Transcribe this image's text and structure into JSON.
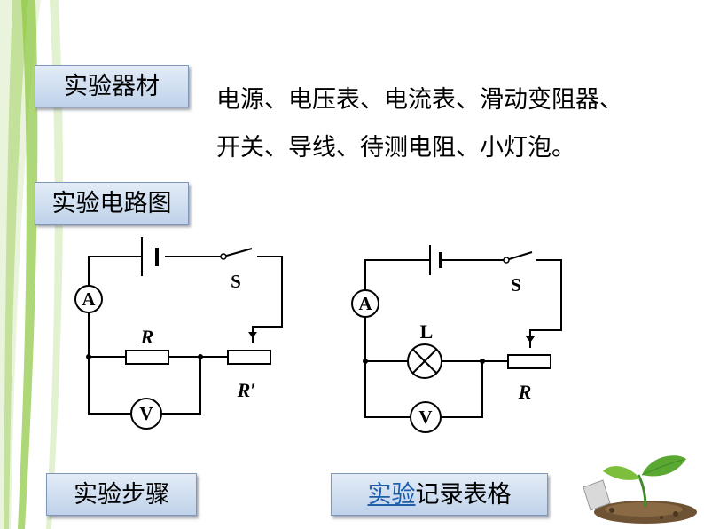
{
  "sections": {
    "materials_label": "实验器材",
    "circuit_label": "实验电路图",
    "steps_label": "实验步骤",
    "record_label_link": "实验",
    "record_label_rest": "记录表格"
  },
  "materials": {
    "line1": "电源、电压表、电流表、滑动变阻器、",
    "line2": "开关、导线、待测电阻、小灯泡。"
  },
  "circuit_left": {
    "ammeter": "A",
    "voltmeter": "V",
    "switch": "S",
    "resistor": "R",
    "rheostat": "R′"
  },
  "circuit_right": {
    "ammeter": "A",
    "voltmeter": "V",
    "switch": "S",
    "lamp": "L",
    "rheostat": "R"
  },
  "colors": {
    "label_bg_top": "#e3ecf7",
    "label_bg_bottom": "#bfd2ea",
    "link": "#1f5ea8",
    "deco_green": "#8cc63f"
  }
}
